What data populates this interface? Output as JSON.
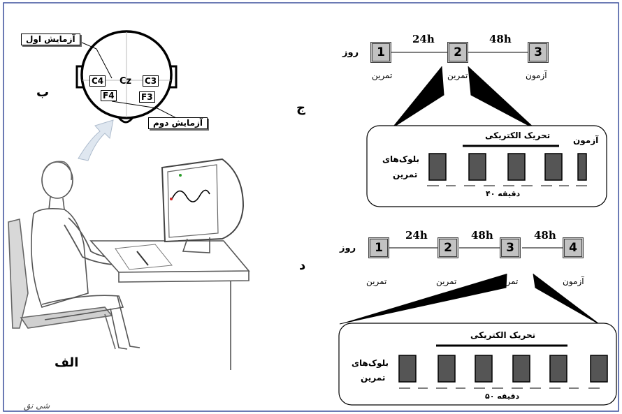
{
  "panels": {
    "alef": "الف",
    "be": "ب",
    "jim": "ج",
    "dal": "د"
  },
  "eeg": {
    "first_test_callout": "آزمایش اول",
    "second_test_callout": "آزمایش دوم",
    "electrodes": {
      "c4": "C4",
      "cz": "Cz",
      "c3": "C3",
      "f4": "F4",
      "f3": "F3"
    }
  },
  "schedule_top": {
    "day_label": "روز",
    "days": [
      {
        "num": "1",
        "caption": "تمرین"
      },
      {
        "num": "2",
        "caption": "تمرین"
      },
      {
        "num": "3",
        "caption": "آزمون"
      }
    ],
    "gaps": [
      "24h",
      "48h"
    ],
    "session": {
      "stim_label": "تحریک الکتریکی",
      "test_label": "آزمون",
      "blocks_label_line1": "بلوک‌های",
      "blocks_label_line2": "تمرین",
      "duration": "۴۰ دقیقه"
    }
  },
  "schedule_bottom": {
    "day_label": "روز",
    "days": [
      {
        "num": "1",
        "caption": "تمرین"
      },
      {
        "num": "2",
        "caption": "تمرین"
      },
      {
        "num": "3",
        "caption": "تمرین"
      },
      {
        "num": "4",
        "caption": "آزمون"
      }
    ],
    "gaps": [
      "24h",
      "48h",
      "48h"
    ],
    "session": {
      "stim_label": "تحریک الکتریکی",
      "blocks_label_line1": "بلوک‌های",
      "blocks_label_line2": "تمرین",
      "duration": "۵۰ دقیقه"
    }
  },
  "footer": {
    "signature": "شی نق"
  },
  "colors": {
    "frame": "#3a4f9c",
    "block_fill": "#555555",
    "day_fill": "#c2c2c2",
    "trace": "#000000",
    "cursor_green": "#2a9d2a",
    "cursor_red": "#cc2222",
    "arrow_fill": "#dfe7f0"
  }
}
